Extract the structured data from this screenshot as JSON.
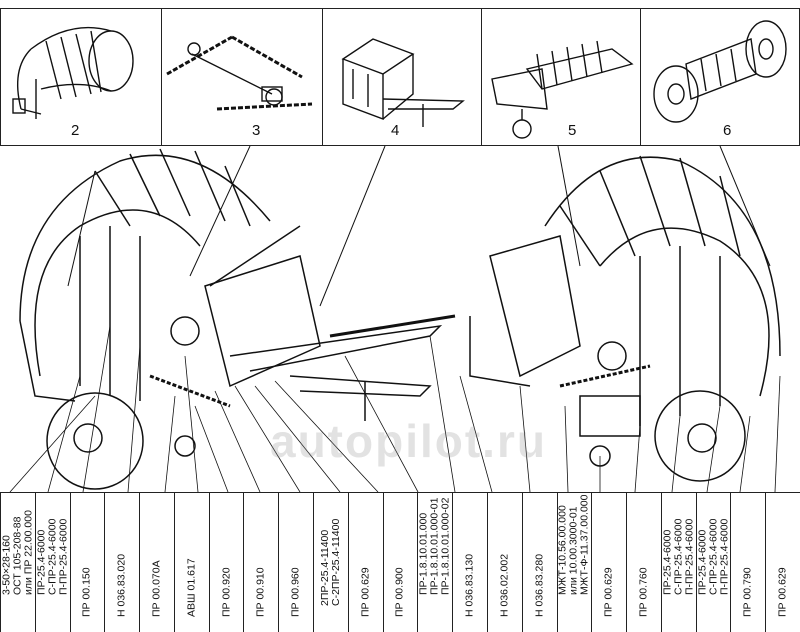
{
  "figure": {
    "watermark": "autopilot.ru",
    "panels": [
      {
        "label": "2"
      },
      {
        "label": "3"
      },
      {
        "label": "4"
      },
      {
        "label": "5"
      },
      {
        "label": "6"
      }
    ],
    "codes": [
      {
        "lines": [
          "3-50×28-160",
          "ОСТ 105-208-88",
          "или ПР 22.00.000"
        ]
      },
      {
        "lines": [
          "ПР-25.4-6000",
          "С-ПР-25.4-6000",
          "П-ПР-25.4-6000"
        ]
      },
      {
        "lines": [
          "ПР 00.150"
        ]
      },
      {
        "lines": [
          "Н 036.83.020"
        ]
      },
      {
        "lines": [
          "ПР 00.070А"
        ]
      },
      {
        "lines": [
          "АВШ 01.617"
        ]
      },
      {
        "lines": [
          "ПР 00.920"
        ]
      },
      {
        "lines": [
          "ПР 00.910"
        ]
      },
      {
        "lines": [
          "ПР 00.960"
        ]
      },
      {
        "lines": [
          "2ПР-25.4-11400",
          "С-2ПР-25.4-11400"
        ]
      },
      {
        "lines": [
          "ПР 00.629"
        ]
      },
      {
        "lines": [
          "ПР 00.900"
        ]
      },
      {
        "lines": [
          "ПР-1.8.10.01.000",
          "ПР-1.8.10.01.000-01",
          "ПР-1.8.10.01.000-02"
        ]
      },
      {
        "lines": [
          "Н 036.83.130"
        ]
      },
      {
        "lines": [
          "Н 036.02.002"
        ]
      },
      {
        "lines": [
          "Н 036.83.280"
        ]
      },
      {
        "lines": [
          "МЖТ-10.56.00.000",
          "или 10.00.3000-01",
          "МЖТ-Ф-11.37.00.000"
        ]
      },
      {
        "lines": [
          "ПР 00.629"
        ]
      },
      {
        "lines": [
          "ПР 00.760"
        ]
      },
      {
        "lines": [
          "ПР-25.4-6000",
          "С-ПР-25.4-6000",
          "П-ПР-25.4-6000"
        ]
      },
      {
        "lines": [
          "ПР-25.4-6000",
          "С-ПР-25.4-6000",
          "П-ПР-25.4-6000"
        ]
      },
      {
        "lines": [
          "ПР 00.790"
        ]
      },
      {
        "lines": [
          "ПР 00.629"
        ]
      }
    ]
  }
}
